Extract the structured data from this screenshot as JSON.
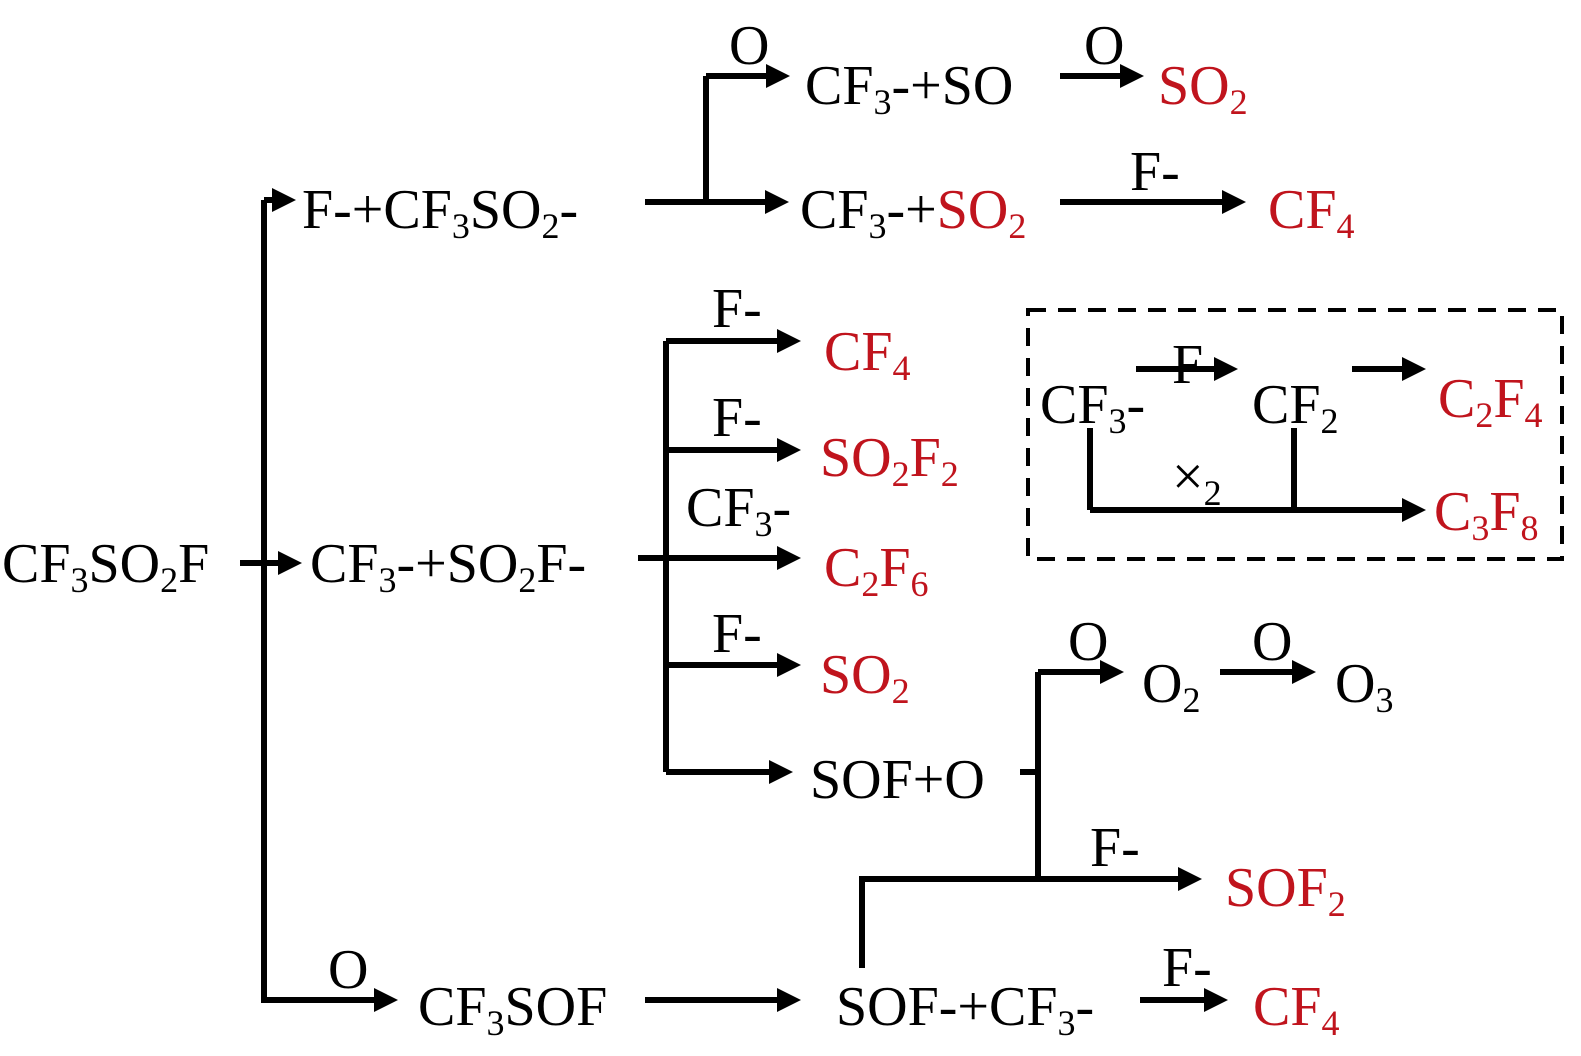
{
  "colors": {
    "intermediate": "#000000",
    "product": "#c0141d"
  },
  "species": {
    "root": "CF3SO2F",
    "branch_f": "F-+CF3SO2-",
    "branch_cf3": "CF3-+SO2F-",
    "cf3sof": "CF3SOF",
    "cf3_so": "CF3-+SO",
    "cf3_plus": "CF3-+",
    "so2_1": "SO2",
    "so2_2": "SO2",
    "cf4_1": "CF4",
    "cf4_2": "CF4",
    "so2f2": "SO2F2",
    "c2f6": "C2F6",
    "so2_3": "SO2",
    "sof_o": "SOF+O",
    "o2": "O2",
    "o3": "O3",
    "sof2": "SOF2",
    "sof_cf3": "SOF-+CF3-",
    "cf4_3": "CF4",
    "box_cf3": "CF3-",
    "box_cf2": "CF2",
    "box_c2f4": "C2F4",
    "box_c3f8": "C3F8"
  },
  "reagents": {
    "o_top": "O",
    "o_so": "O",
    "f_cf4_top": "F-",
    "f_cf4_mid": "F-",
    "f_so2f2": "F-",
    "cf3_c2f6": "CF3-",
    "f_so2": "F-",
    "o_o2": "O",
    "o_o3": "O",
    "f_sof2": "F-",
    "o_cf3sof": "O",
    "f_cf4_bot": "F-",
    "box_f": "F-",
    "box_x2": "×2"
  }
}
